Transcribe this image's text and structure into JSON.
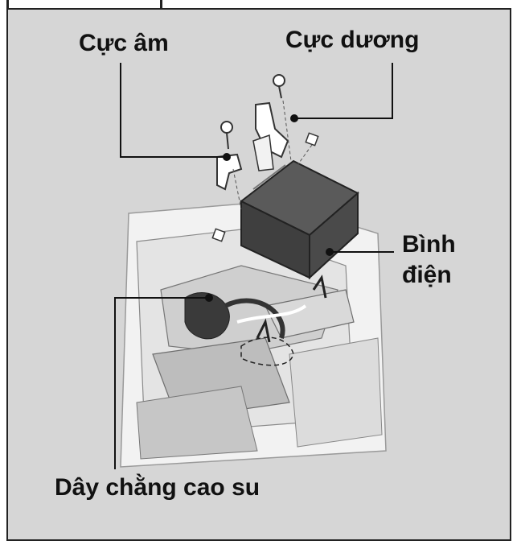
{
  "labels": {
    "negative_terminal": "Cực âm",
    "positive_terminal": "Cực dương",
    "battery_line1": "Bình",
    "battery_line2": "điện",
    "rubber_strap": "Dây chằng cao su"
  },
  "colors": {
    "frame_bg": "#d6d6d6",
    "battery": "#4a4a4a",
    "leader": "#111111"
  }
}
